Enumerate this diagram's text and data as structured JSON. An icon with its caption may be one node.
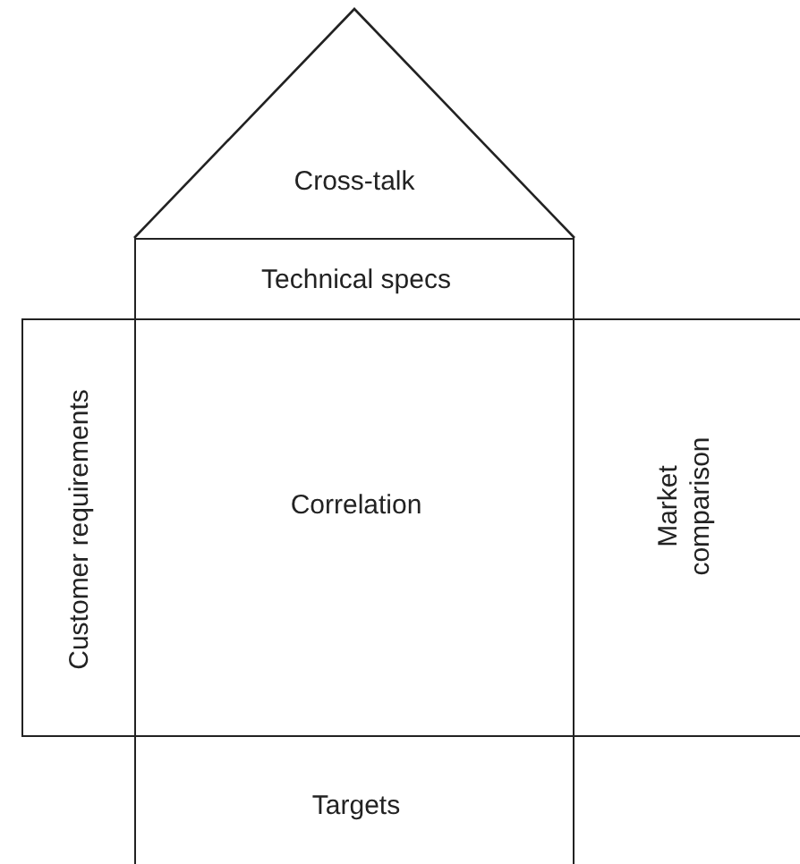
{
  "diagram": {
    "nodes": [
      {
        "text": [
          "Cross-talk"
        ]
      },
      {
        "text": [
          "Technical specs"
        ]
      },
      {
        "text": [
          "Customer requirements"
        ]
      },
      {
        "text": [
          "Correlation"
        ]
      },
      {
        "text": [
          "Market comparison"
        ]
      },
      {
        "text": [
          "Targets"
        ]
      }
    ]
  }
}
